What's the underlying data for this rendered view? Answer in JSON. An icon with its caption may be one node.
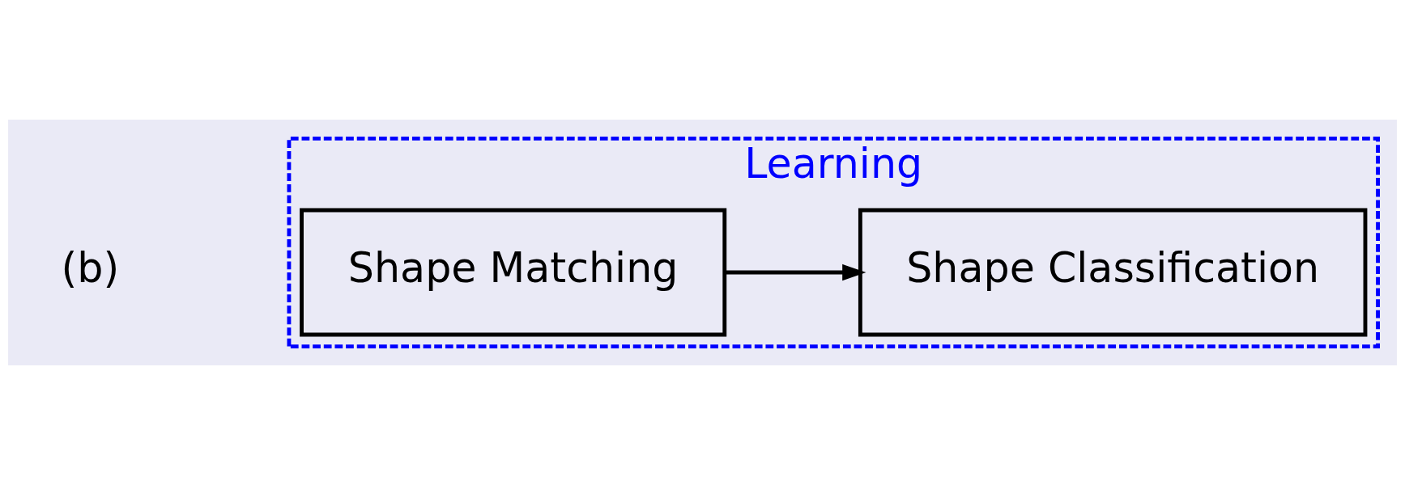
{
  "diagram": {
    "nodes": [
      {
        "text": [
          "Learning"
        ]
      },
      {
        "text": [
          "Shape Matching"
        ],
        "in": 0
      },
      {
        "text": [
          "Shape Classification"
        ],
        "in": 0
      }
    ],
    "edges": [
      {
        "from": 1,
        "to": 2,
        "arrow": "to"
      }
    ],
    "labels": [
      "(b)"
    ]
  }
}
